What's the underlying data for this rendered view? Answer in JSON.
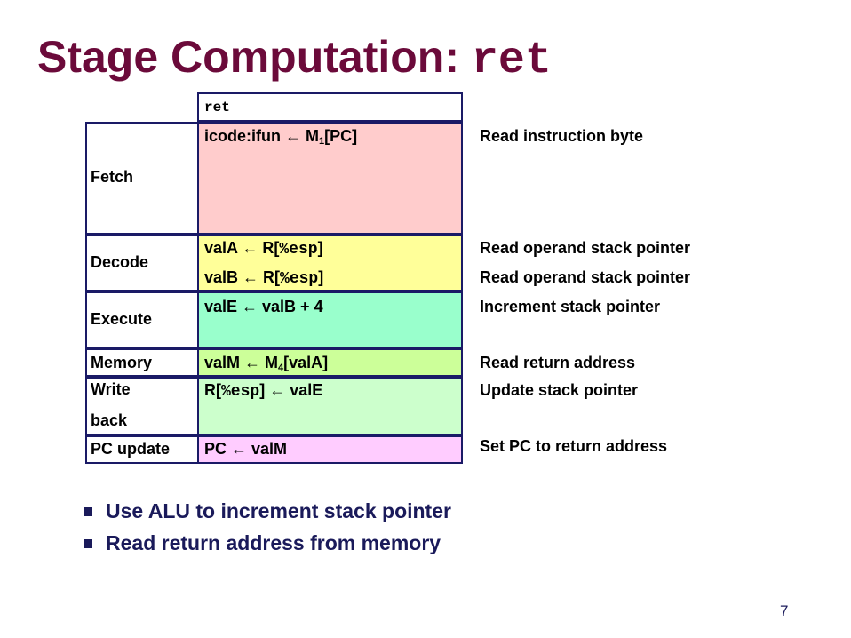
{
  "title": {
    "text": "Stage Computation: ",
    "code": "ret"
  },
  "header_cell": "ret",
  "stages": {
    "fetch": "Fetch",
    "decode": "Decode",
    "execute": "Execute",
    "memory": "Memory",
    "write_line1": "Write",
    "write_line2": "back",
    "pc_update": "PC update"
  },
  "cells": {
    "fetch": {
      "pre": "icode:ifun ",
      "arrow": "←",
      "mid": " M",
      "sub": "1",
      "post": "[PC]"
    },
    "decode_a": {
      "pre": "valA ",
      "arrow": "←",
      "mid": " R[",
      "reg": "%esp",
      "post": "]"
    },
    "decode_b": {
      "pre": "valB ",
      "arrow": "←",
      "mid": " R[",
      "reg": "%esp",
      "post": "]"
    },
    "execute": {
      "pre": "valE ",
      "arrow": "←",
      "post": " valB + 4"
    },
    "memory": {
      "pre": "valM ",
      "arrow": "←",
      "mid": " M",
      "sub": "4",
      "post": "[valA]"
    },
    "write": {
      "pre": "R[",
      "reg": "%esp",
      "mid": "] ",
      "arrow": "←",
      "post": " valE"
    },
    "pc": {
      "pre": "PC ",
      "arrow": "←",
      "post": " valM"
    }
  },
  "annotations": {
    "fetch": "Read instruction byte",
    "decode_a": "Read operand stack pointer",
    "decode_b": "Read operand stack pointer",
    "execute": "Increment stack pointer",
    "memory": "Read return address",
    "write": "Update stack pointer",
    "pc": "Set PC to return address"
  },
  "colors": {
    "title": "#6b0a3a",
    "border": "#1a1a66",
    "fetch": "#ffcccc",
    "decode": "#ffff99",
    "execute": "#99ffcc",
    "memory": "#ccff99",
    "write": "#ccffcc",
    "pc": "#ffccff",
    "bullet": "#1a1a5a"
  },
  "bullets": [
    "Use ALU to increment stack pointer",
    "Read return address from memory"
  ],
  "page_number": "7"
}
